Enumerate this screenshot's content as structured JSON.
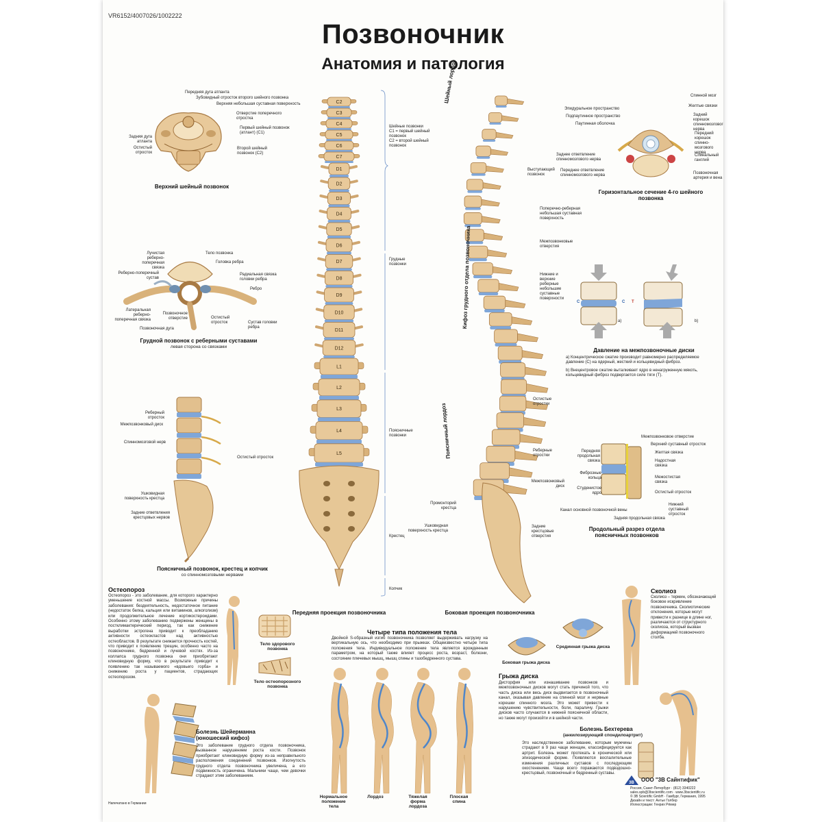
{
  "poster": {
    "code": "VR6152/4007026/1002222",
    "title": "Позвоночник",
    "subtitle": "Анатомия и патология"
  },
  "atlas": {
    "caption": "Верхний шейный позвонок",
    "labels": [
      "Передняя дуга атланта",
      "Зубовидный отросток второго шейного позвонка",
      "Верхняя небольшая суставная поверхность",
      "Отверстие поперечного отростка",
      "Первый шейный позвонок (атлант) (C1)",
      "Задняя дуга атланта",
      "Остистый отросток",
      "Второй шейный позвонок (C2)"
    ]
  },
  "thoracic": {
    "caption": "Грудной позвонок с реберными суставами",
    "sub": "левая сторона со связками",
    "labels": [
      "Лучистая реберно-поперечная связка",
      "Тело позвонка",
      "Головка ребра",
      "Реберно-поперечный сустав",
      "Радиальная связка головки ребра",
      "Ребро",
      "Латеральная реберно-поперечная связка",
      "Позвоночное отверстие",
      "Остистый отросток",
      "Сустав головки ребра",
      "Позвоночная дуга"
    ]
  },
  "lumbar": {
    "caption": "Поясничный позвонок, крестец и копчик",
    "sub": "со спинномозговыми нервами",
    "labels": [
      "Реберный отросток",
      "Межпозвонковый диск",
      "Спинномозговой нерв",
      "Остистый отросток",
      "Ушковидная поверхность крестца",
      "Задние ответвления крестцовых нервов"
    ]
  },
  "anterior": {
    "caption": "Передняя проекция позвоночника",
    "vertebrae": [
      "C2",
      "C3",
      "C4",
      "C5",
      "C6",
      "C7",
      "D1",
      "D2",
      "D3",
      "D4",
      "D5",
      "D6",
      "D7",
      "D8",
      "D9",
      "D10",
      "D11",
      "D12",
      "L1",
      "L2",
      "L3",
      "L4",
      "L5"
    ],
    "regions": [
      {
        "name": "Шейные позвонки",
        "note1": "С1 = первый шейный позвонок",
        "note2": "С2 = второй шейный позвонок"
      },
      {
        "name": "Грудные позвонки"
      },
      {
        "name": "Поясничные позвонки"
      },
      {
        "name": "Крестец"
      },
      {
        "name": "Копчик"
      }
    ]
  },
  "lateral": {
    "caption": "Боковая проекция позвоночника",
    "curve_cervical": "Шейный лордоз",
    "curve_thoracic": "Кифоз грудного отдела позвоночника",
    "curve_lumbar": "Поясничный лордоз",
    "labels": [
      "Выступающий позвонок",
      "Поперечно-реберная небольшая суставная поверхность",
      "Межпозвонковые отверстия",
      "Нижние и верхние реберные небольшие суставные поверхности",
      "Остистые отростки",
      "Реберные отростки",
      "Промонторий крестца",
      "Ушковидная поверхность крестца",
      "Задние крестцовые отверстия"
    ]
  },
  "cross_section": {
    "caption": "Горизонтальное сечение 4-го шейного позвонка",
    "labels": [
      "Спинной мозг",
      "Эпидуральное пространство",
      "Желтые связки",
      "Подпаутинное пространство",
      "Задний корешок спинномозгового нерва",
      "Паутинная оболочка",
      "Передний корешок спинно-мозгового нерва",
      "Заднее ответвление спинномозгового нерва",
      "Спинальный ганглий",
      "Переднее ответвление спинномозгового нерва",
      "Позвоночная артерия и вена"
    ]
  },
  "discs": {
    "caption": "Давление на межпозвоночные диски",
    "text_a": "а) Концентрическое сжатие производит равномерно распределяемое давление (С) на ядерный, жесткий и кольцевидный фиброз.",
    "text_b": "b) Внецентровое сжатие выталкивает ядро в ненагруженную мякоть, кольцевидный фиброз подвергается силе тяги (Т).",
    "mark_a": "a)",
    "mark_b": "b)",
    "c": "C",
    "t": "T"
  },
  "long_section": {
    "caption": "Продольный разрез отдела поясничных позвонков",
    "labels": [
      "Межпозвонковое отверстие",
      "Верхний суставный отросток",
      "Передняя продольная связка",
      "Желтая связка",
      "Надостная связка",
      "Фиброзные кольца",
      "Межостистая связка",
      "Межпозвонковый диск",
      "Студенистое ядро",
      "Остистый отросток",
      "Канал основной позвоночной вены",
      "Нижний суставный отросток",
      "Задняя продольная связка"
    ]
  },
  "osteoporosis": {
    "title": "Остеопороз",
    "text": "Остеопороз - это заболевание, для которого характерно уменьшение костной массы. Возможные причины заболевания: бездеятельность, недостаточное питание (недостаток белка, кальция или витаминов, алкоголизм) или продолжительное лечение кортикостероидами. Особенно этому заболеванию подвержены женщины в постклимактерический период, так как снижение выработки эстрогена приводит к преобладанию активности остеокластов над активностью остеобластов. В результате снижается прочность костей, что приводит к появлению трещин, особенно часто на позвоночнике, бедренной и лучевой костях. Из-за коллапса грудного позвонка они приобретают клиновидную форму, что в результате приводит к появлению так называемого «вдовьего горба» и снижению роста у пациентов, страдающих остеопорозом.",
    "healthy": "Тело здорового позвонка",
    "osteo": "Тело остеопорозного позвонка"
  },
  "postures": {
    "title": "Четыре типа положения тела",
    "text": "Двойной S-образный изгиб позвоночника позволяет выдерживать нагрузку на вертикальную ось, что необходимо при прыжках. Общеизвестно четыре типа положения тела. Индивидуальное положение тела является врожденным параметром, на который также влияет процесс роста, возраст, болезни, состояние плечевых мышц, мышц спины и тазобедренного сустава.",
    "types": [
      "Нормальное положение тела",
      "Лордоз",
      "Тяжелая форма лордоза",
      "Плоская спина"
    ]
  },
  "scheuermann": {
    "title": "Болезнь Шейерманна (юношеский кифоз)",
    "text": "Это заболевание грудного отдела позвоночника, вызванное нарушением роста кости. Позвонок приобретает клиновидную форму из-за неправильного расположения соединений позвонков. Изогнутость грудного отдела позвоночника увеличена, а его подвижность ограничена. Мальчики чаще, чем девочки страдают этим заболеванием."
  },
  "scoliosis": {
    "title": "Сколиоз",
    "text": "Сколиоз – термин, обозначающий боковое искривление позвоночника. Сколиотические отклонения, которые могут привести к разнице в длине ног, различаются от структурного сколиоза, который вызван деформацией позвоночного столба."
  },
  "hernia": {
    "title": "Грыжа диска",
    "lateral": "Боковая грыжа диска",
    "median": "Срединная грыжа диска",
    "text": "Дисторфия или изнашивание позвонков и межпозвоночных дисков могут стать причиной того, что часть диска или весь диск выдвигается в позвоночный канал, оказывая давление на спинной мозг и нервные корешки спинного мозга. Это может привести к нарушению чувствительности, боли, параличу. Грыжи дисков часто случаются в нижней поясничной области, но также могут произойти и в шейной части."
  },
  "bechterew": {
    "title": "Болезнь Бехтерева",
    "subtitle": "(анкилозирующий спондилоартрит)",
    "text": "Это наследственное заболевание, которым мужчины страдают в 9 раз чаще женщин, классифицируется как артрит. Болезнь может протекать в хронической или эпизодической форме. Появляются воспалительные изменения различных суставов с последующим окостенением. Чаще всего поражаются подвздошно-крестцовый, позвоночный и бедренный суставы."
  },
  "publisher": {
    "name": "ООО \"3B Сайнтифик\"",
    "line1": "Россия, Санкт-Петербург · (812) 3340222",
    "line2": "sales.spb@3bscientific.com · www.3bscientific.ru",
    "line3": "© 3B Scientific GmbH · Гамбург, Германия, 1995",
    "line4": "Дизайн и текст: Антье Голбер",
    "line5": "Иллюстрации: Генрих Рёмер",
    "printed": "Напечатано в Германии"
  },
  "colors": {
    "bone": "#e8c99a",
    "bone_dark": "#b88a52",
    "disc": "#7fa6d8",
    "nerve": "#e2c55a",
    "brace": "#6a8fc7"
  }
}
